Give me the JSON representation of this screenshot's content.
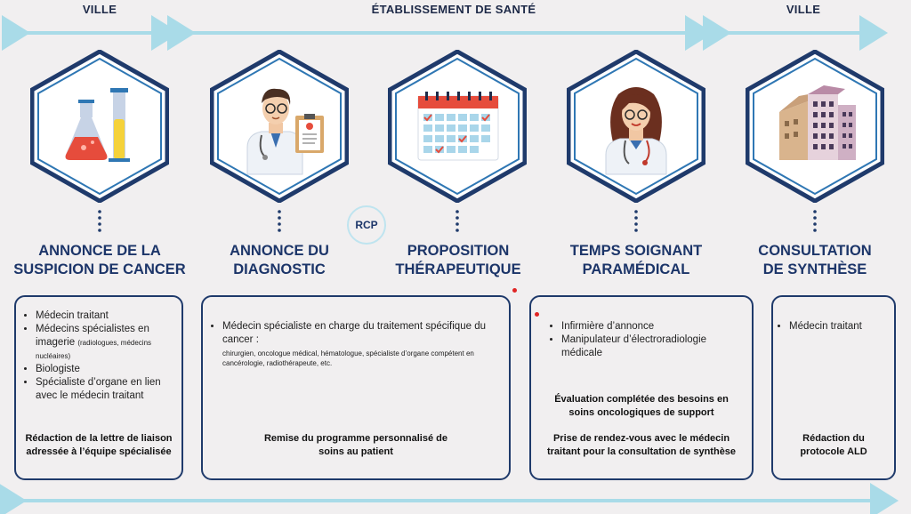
{
  "zones": [
    {
      "label": "VILLE"
    },
    {
      "label": "ÉTABLISSEMENT DE SANTÉ"
    },
    {
      "label": "VILLE"
    }
  ],
  "rcp_label": "RCP",
  "steps": [
    {
      "title_line1": "ANNONCE DE LA",
      "title_line2": "SUSPICION DE CANCER",
      "icon": "lab-flasks-icon",
      "items": [
        "Médecin traitant",
        "Médecins spécialistes en imagerie",
        "Biologiste",
        "Spécialiste d’organe en lien avec le médecin traitant"
      ],
      "item2_small": "(radiologues, médecins nucléaires)",
      "note": "Rédaction de la lettre de liaison adressée à l’équipe spécialisée"
    },
    {
      "title_line1": "ANNONCE DU",
      "title_line2": "DIAGNOSTIC",
      "icon": "doctor-icon",
      "items": [
        "Médecin spécialiste en charge du traitement spécifique du cancer :"
      ],
      "item1_small": "chirurgien, oncologue médical, hématologue, spécialiste d’organe compétent en cancérologie, radiothérapeute, etc.",
      "note": "Remise du programme personnalisé de soins au patient"
    },
    {
      "title_line1": "PROPOSITION",
      "title_line2": "THÉRAPEUTIQUE",
      "icon": "calendar-icon"
    },
    {
      "title_line1": "TEMPS SOIGNANT",
      "title_line2": "PARAMÉDICAL",
      "icon": "nurse-icon",
      "items": [
        "Infirmière d’annonce",
        "Manipulateur d’électroradiologie médicale"
      ],
      "note1": "Évaluation complétée des besoins en soins oncologiques de support",
      "note2": "Prise de rendez-vous avec le médecin traitant pour la consultation de synthèse"
    },
    {
      "title_line1": "CONSULTATION",
      "title_line2": "DE SYNTHÈSE",
      "icon": "buildings-icon",
      "items": [
        "Médecin traitant"
      ],
      "note": "Rédaction du protocole ALD"
    }
  ],
  "colors": {
    "hex_outer": "#1f3a6b",
    "hex_inner": "#2f77b4",
    "arrow": "#a9dbe8",
    "title": "#1c3569",
    "accent_red": "#e02424"
  }
}
